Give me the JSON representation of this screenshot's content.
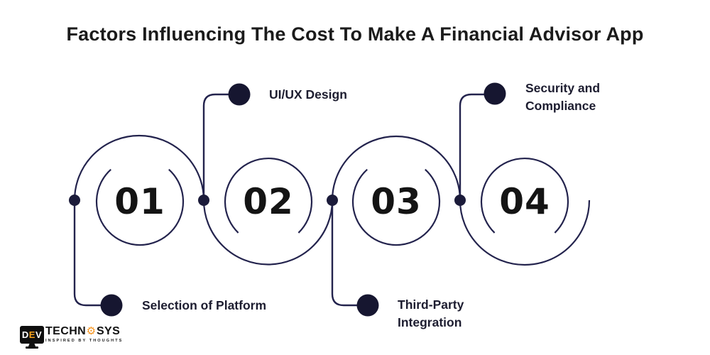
{
  "title": "Factors Influencing The Cost To Make A Financial Advisor App",
  "diagram_type": "horizontal-wave-timeline",
  "steps": [
    {
      "number": "01",
      "label": "Selection of Platform",
      "label_position": "bottom-left"
    },
    {
      "number": "02",
      "label": "UI/UX Design",
      "label_position": "top"
    },
    {
      "number": "03",
      "label": "Third-Party Integration",
      "label_position": "bottom"
    },
    {
      "number": "04",
      "label": "Security and Compliance",
      "label_position": "top"
    }
  ],
  "colors": {
    "background": "#ffffff",
    "line": "#23234d",
    "connector_dot": "#1b1b3a",
    "label_dot": "#161630",
    "number_text": "#141414",
    "label_text": "#1d1d30",
    "title_text": "#1b1b1b",
    "logo_accent_orange": "#f7941d",
    "logo_black": "#0e0e0e"
  },
  "logo": {
    "dev_d": "D",
    "dev_e": "E",
    "dev_v": "V",
    "name_left": "TECHN",
    "gear_icon": "⚙",
    "name_right": "SYS",
    "tagline": "INSPIRED BY THOUGHTS"
  }
}
